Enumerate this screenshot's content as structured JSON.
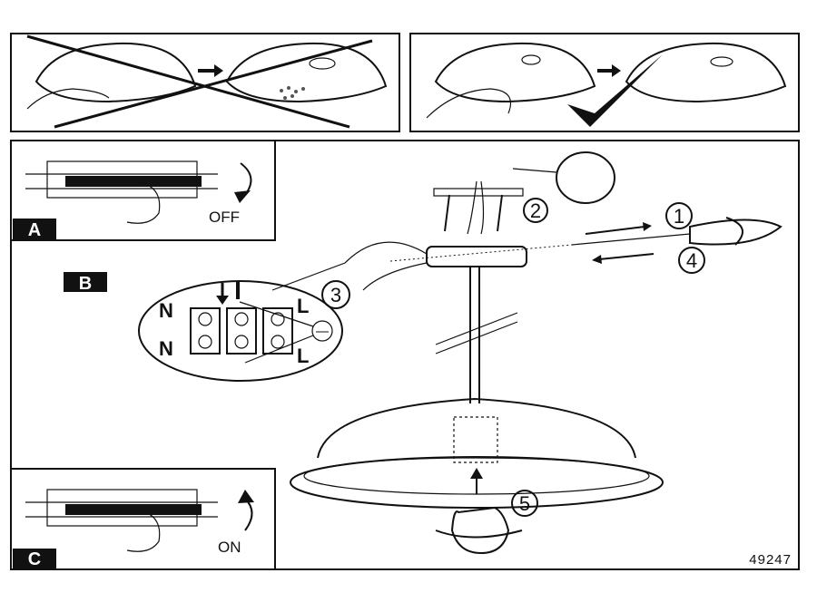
{
  "panels": {
    "a": {
      "label": "A",
      "action": "OFF"
    },
    "b": {
      "label": "B"
    },
    "c": {
      "label": "C",
      "action": "ON"
    }
  },
  "steps": [
    "1",
    "2",
    "3",
    "4",
    "5"
  ],
  "terminals": {
    "neutral_top": "N",
    "neutral_bottom": "N",
    "live_top": "L",
    "live_bottom": "L"
  },
  "model_number": "49247"
}
